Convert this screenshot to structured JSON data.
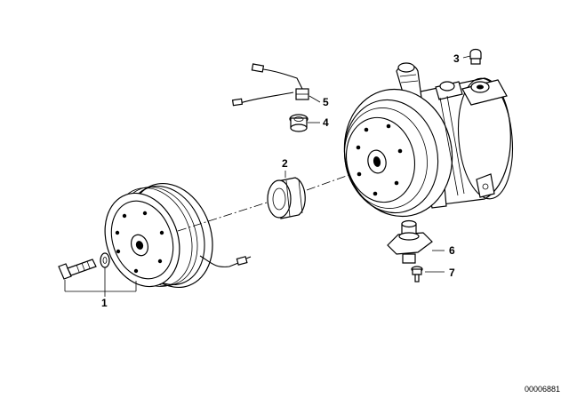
{
  "callouts": {
    "c1": "1",
    "c2": "2",
    "c3": "3",
    "c4": "4",
    "c5": "5",
    "c6": "6",
    "c7": "7"
  },
  "doc_id": "00006881"
}
